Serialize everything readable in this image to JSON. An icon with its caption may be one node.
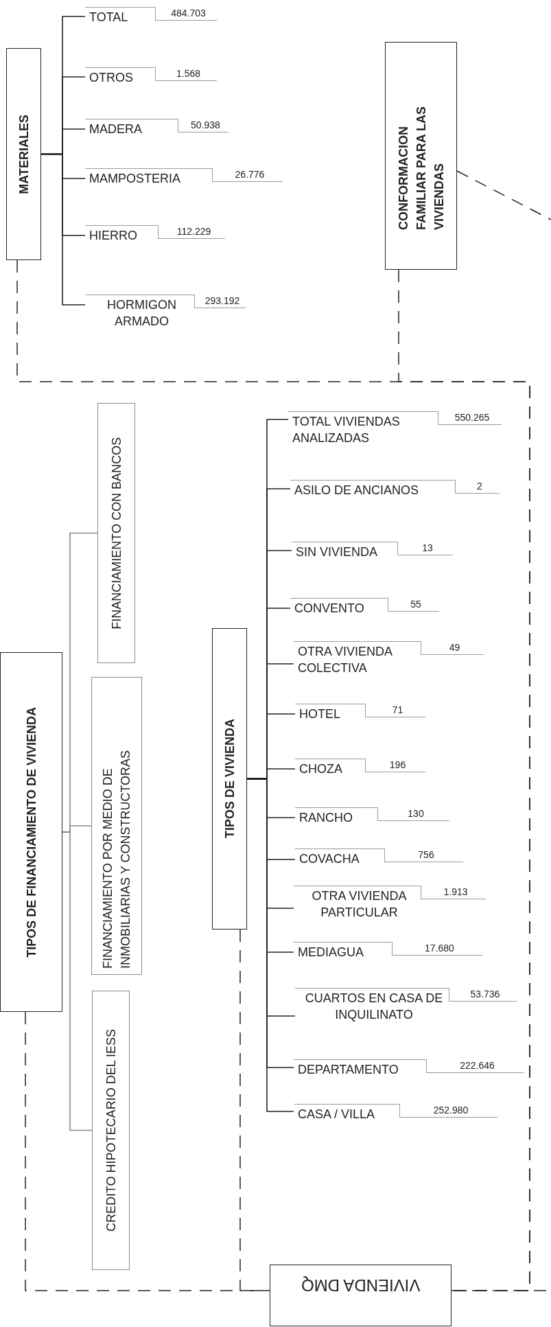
{
  "diagram": {
    "nodes": [
      {
        "text": [
          "MATERIALES"
        ]
      },
      {
        "text": [
          "TOTAL",
          "484.703"
        ]
      },
      {
        "text": [
          "OTROS",
          "1.568"
        ]
      },
      {
        "text": [
          "MADERA",
          "50.938"
        ]
      },
      {
        "text": [
          "MAMPOSTERIA",
          "26.776"
        ]
      },
      {
        "text": [
          "HIERRO",
          "112.229"
        ]
      },
      {
        "text": [
          "HORMIGON ARMADO",
          "293.192"
        ]
      },
      {
        "text": [
          "CONFORMACION FAMILIAR PARA LAS VIVIENDAS"
        ]
      },
      {
        "text": [
          "TIPOS DE FINANCIAMIENTO DE VIVIENDA"
        ]
      },
      {
        "text": [
          "FINANCIAMIENTO CON BANCOS"
        ]
      },
      {
        "text": [
          "FINANCIAMIENTO POR MEDIO DE INMOBILIARIAS Y CONSTRUCTORAS"
        ]
      },
      {
        "text": [
          "CREDITO HIPOTECARIO DEL IESS"
        ]
      },
      {
        "text": [
          "TIPOS DE VIVIENDA"
        ]
      },
      {
        "text": [
          "TOTAL VIVIENDAS ANALIZADAS",
          "550.265"
        ]
      },
      {
        "text": [
          "ASILO DE ANCIANOS",
          "2"
        ]
      },
      {
        "text": [
          "SIN VIVIENDA",
          "13"
        ]
      },
      {
        "text": [
          "CONVENTO",
          "55"
        ]
      },
      {
        "text": [
          "OTRA VIVIENDA COLECTIVA",
          "49"
        ]
      },
      {
        "text": [
          "HOTEL",
          "71"
        ]
      },
      {
        "text": [
          "CHOZA",
          "196"
        ]
      },
      {
        "text": [
          "RANCHO",
          "130"
        ]
      },
      {
        "text": [
          "COVACHA",
          "756"
        ]
      },
      {
        "text": [
          "OTRA VIVIENDA PARTICULAR",
          "1.913"
        ]
      },
      {
        "text": [
          "MEDIAGUA",
          "17.680"
        ]
      },
      {
        "text": [
          "CUARTOS EN CASA DE INQUILINATO",
          "53.736"
        ]
      },
      {
        "text": [
          "DEPARTAMENTO",
          "222.646"
        ]
      },
      {
        "text": [
          "CASA / VILLA",
          "252.980"
        ]
      },
      {
        "text": [
          "VIVIENDA DMQ"
        ]
      }
    ],
    "edges": [
      {
        "from": 0,
        "to": 1,
        "arrow": "none"
      },
      {
        "from": 0,
        "to": 2,
        "arrow": "none"
      },
      {
        "from": 0,
        "to": 3,
        "arrow": "none"
      },
      {
        "from": 0,
        "to": 4,
        "arrow": "none"
      },
      {
        "from": 0,
        "to": 5,
        "arrow": "none"
      },
      {
        "from": 0,
        "to": 6,
        "arrow": "none"
      },
      {
        "from": 7,
        "to": null,
        "arrow": "none",
        "style": "dashed"
      },
      {
        "from": 0,
        "to": 27,
        "arrow": "none",
        "style": "dashed"
      },
      {
        "from": 7,
        "to": 27,
        "arrow": "none",
        "style": "dashed"
      },
      {
        "from": 8,
        "to": 9,
        "arrow": "none",
        "color": "#888888"
      },
      {
        "from": 8,
        "to": 10,
        "arrow": "none",
        "color": "#888888"
      },
      {
        "from": 8,
        "to": 11,
        "arrow": "none",
        "color": "#888888"
      },
      {
        "from": 8,
        "to": 27,
        "arrow": "none",
        "style": "dashed"
      },
      {
        "from": 12,
        "to": 13,
        "arrow": "none"
      },
      {
        "from": 12,
        "to": 14,
        "arrow": "none"
      },
      {
        "from": 12,
        "to": 15,
        "arrow": "none"
      },
      {
        "from": 12,
        "to": 16,
        "arrow": "none"
      },
      {
        "from": 12,
        "to": 17,
        "arrow": "none"
      },
      {
        "from": 12,
        "to": 18,
        "arrow": "none"
      },
      {
        "from": 12,
        "to": 19,
        "arrow": "none"
      },
      {
        "from": 12,
        "to": 20,
        "arrow": "none"
      },
      {
        "from": 12,
        "to": 21,
        "arrow": "none"
      },
      {
        "from": 12,
        "to": 22,
        "arrow": "none"
      },
      {
        "from": 12,
        "to": 23,
        "arrow": "none"
      },
      {
        "from": 12,
        "to": 24,
        "arrow": "none"
      },
      {
        "from": 12,
        "to": 25,
        "arrow": "none"
      },
      {
        "from": 12,
        "to": 26,
        "arrow": "none"
      },
      {
        "from": 12,
        "to": 27,
        "arrow": "none",
        "style": "dashed"
      },
      {
        "from": 27,
        "to": null,
        "arrow": "none",
        "style": "dashed"
      }
    ]
  }
}
